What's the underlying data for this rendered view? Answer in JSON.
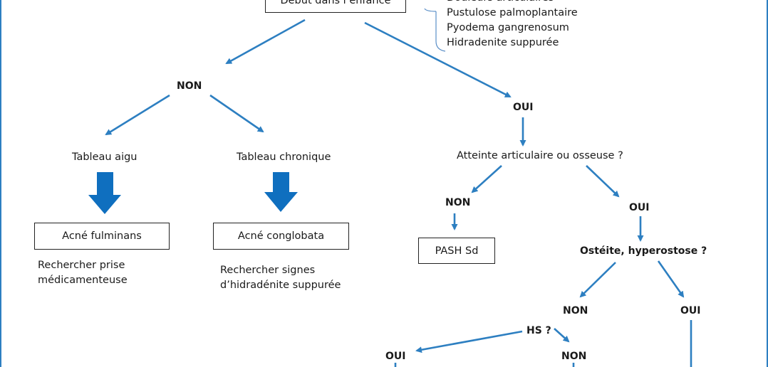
{
  "root_box": "Début dans l’enfance",
  "side_list": [
    "Douleurs articulaires",
    "Pustulose palmoplantaire",
    "Pyodema gangrenosum",
    "Hidradenite suppurée"
  ],
  "left_branch": {
    "answer": "NON",
    "acute": "Tableau aigu",
    "chronic": "Tableau chronique",
    "acute_box": "Acné fulminans",
    "chronic_box": "Acné conglobata",
    "acute_note": [
      "Rechercher prise",
      "médicamenteuse"
    ],
    "chronic_note": [
      "Rechercher signes",
      "d’hidradénite suppurée"
    ]
  },
  "right_branch": {
    "answer": "OUI",
    "question1": "Atteinte articulaire ou osseuse ?",
    "q1_no": "NON",
    "q1_no_box": "PASH Sd",
    "q1_yes": "OUI",
    "question2": "Ostéite, hyperostose ?",
    "q2_no": "NON",
    "q2_yes": "OUI",
    "question3": "HS ?",
    "q3_yes": "OUI",
    "q3_no": "NON"
  },
  "colors": {
    "arrow": "#2d7fc1",
    "big_arrow": "#0f6fbf",
    "border": "#222222"
  }
}
